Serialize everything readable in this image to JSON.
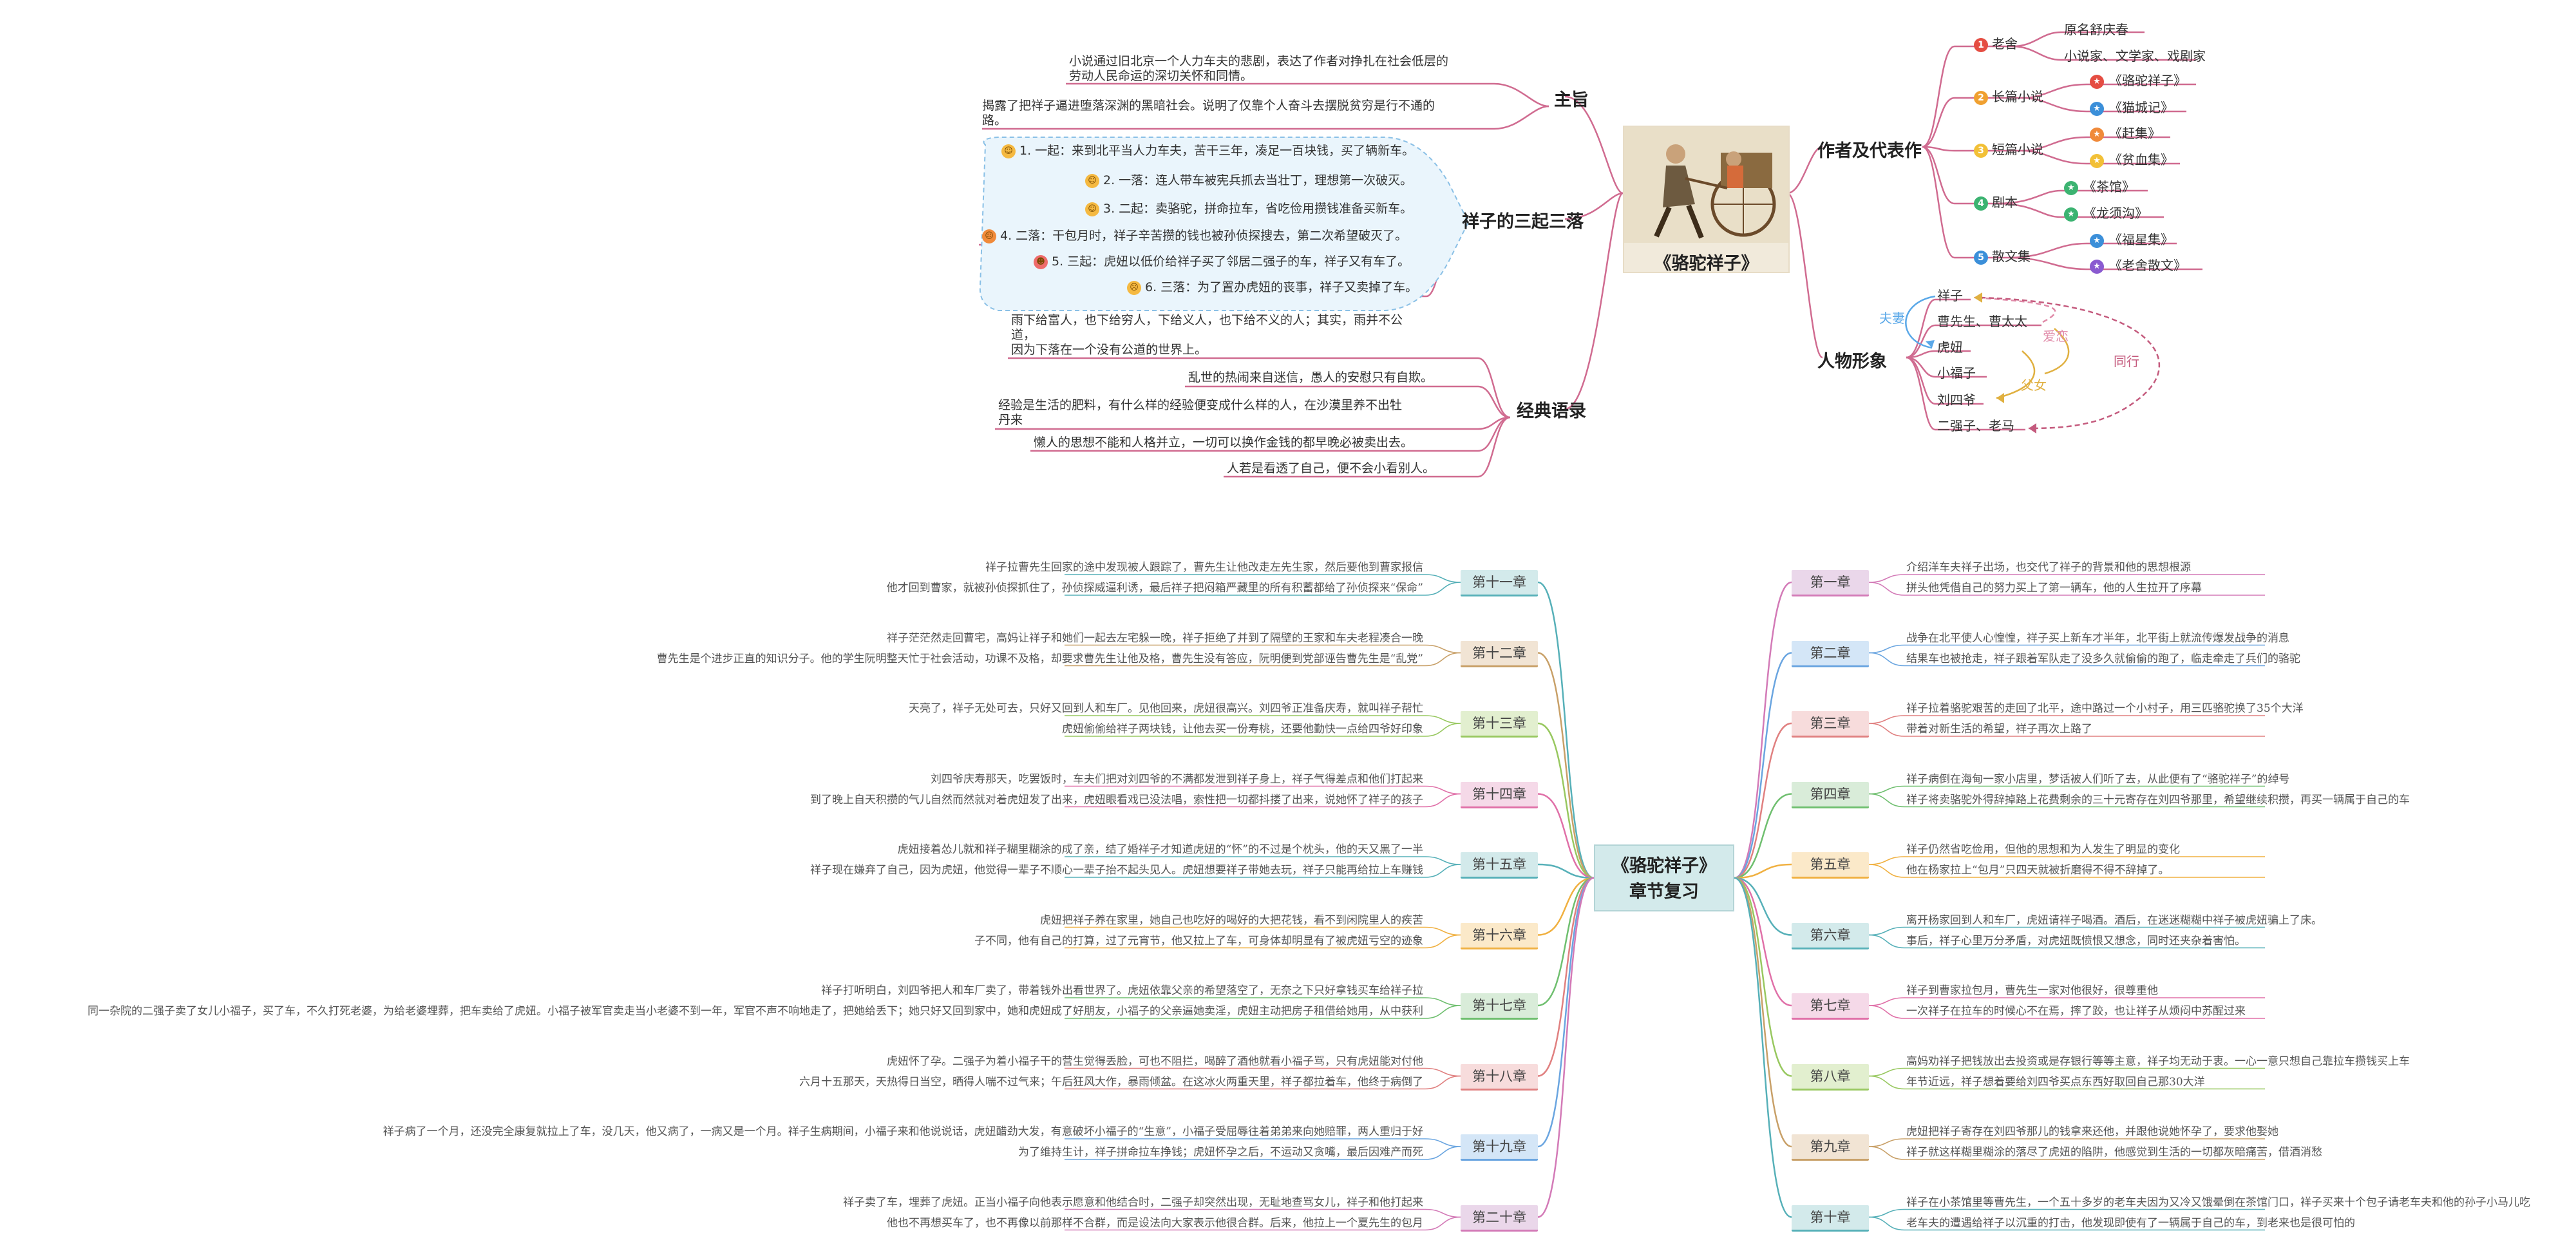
{
  "top": {
    "title": "《骆驼祥子》",
    "zhuzhi": {
      "label": "主旨",
      "l1": "小说通过旧北京一个人力车夫的悲剧，表达了作者对挣扎在社会低层的",
      "l2": "劳动人民命运的深切关怀和同情。",
      "l3": "揭露了把祥子逼进堕落深渊的黑暗社会。说明了仅靠个人奋斗去摆脱贫穷是行不通的",
      "l4": "路。"
    },
    "sanqi": {
      "label": "祥子的三起三落",
      "items": [
        "1. 一起：来到北平当人力车夫，苦干三年，凑足一百块钱，买了辆新车。",
        "2. 一落：连人带车被宪兵抓去当壮丁，理想第一次破灭。",
        "3. 二起：卖骆驼，拼命拉车，省吃俭用攒钱准备买新车。",
        "4. 二落：干包月时，祥子辛苦攒的钱也被孙侦探搜去，第二次希望破灭了。",
        "5. 三起：虎妞以低价给祥子买了邻居二强子的车，祥子又有车了。",
        "6. 三落：为了置办虎妞的丧事，祥子又卖掉了车。"
      ]
    },
    "yulu": {
      "label": "经典语录",
      "q1a": "雨下给富人，也下给穷人，下给义人，也下给不义的人；其实，雨并不公",
      "q1b": "道，",
      "q1c": "因为下落在一个没有公道的世界上。",
      "q2": "乱世的热闹来自迷信，愚人的安慰只有自欺。",
      "q3a": "经验是生活的肥料，有什么样的经验便变成什么样的人，在沙漠里养不出牡",
      "q3b": "丹来",
      "q4": "懒人的思想不能和人格并立，一切可以换作金钱的都早晚必被卖出去。",
      "q5": "人若是看透了自己，便不会小看别人。"
    },
    "author": {
      "label": "作者及代表作",
      "laoshe": "老舍",
      "laoshe_1": "原名舒庆春",
      "laoshe_2": "小说家、文学家、戏剧家",
      "changpian": "长篇小说",
      "changpian_1": "《骆驼祥子》",
      "changpian_2": "《猫城记》",
      "duanpian": "短篇小说",
      "duanpian_1": "《赶集》",
      "duanpian_2": "《贫血集》",
      "juben": "剧本",
      "juben_1": "《茶馆》",
      "juben_2": "《龙须沟》",
      "sanwen": "散文集",
      "sanwen_1": "《福星集》",
      "sanwen_2": "《老舍散文》"
    },
    "renwu": {
      "label": "人物形象",
      "c1": "祥子",
      "c2": "曹先生、曹太太",
      "c3": "虎妞",
      "c4": "小福子",
      "c5": "刘四爷",
      "c6": "二强子、老马",
      "r_fuqi": "夫妻",
      "r_aimu": "爱恋",
      "r_funv": "父女",
      "r_tongxing": "同行"
    },
    "colors": {
      "accent": "#d06b90",
      "num1": "#e54d42",
      "num2": "#f0a030",
      "num3": "#f2c037",
      "num4": "#3cb371",
      "num5": "#3b8fd9"
    }
  },
  "bottom": {
    "title_l1": "《骆驼祥子》",
    "title_l2": "章节复习",
    "right": [
      {
        "label": "第一章",
        "a": "介绍洋车夫祥子出场，也交代了祥子的背景和他的思想根源",
        "b": "拼头他凭借自己的努力买上了第一辆车，他的人生拉开了序幕"
      },
      {
        "label": "第二章",
        "a": "战争在北平使人心惶惶，祥子买上新车才半年，北平街上就流传爆发战争的消息",
        "b": "结果车也被抢走，祥子跟着军队走了没多久就偷偷的跑了，临走牵走了兵们的骆驼"
      },
      {
        "label": "第三章",
        "a": "祥子拉着骆驼艰苦的走回了北平，途中路过一个小村子，用三匹骆驼换了35个大洋",
        "b": "带着对新生活的希望，祥子再次上路了"
      },
      {
        "label": "第四章",
        "a": "祥子病倒在海甸一家小店里，梦话被人们听了去，从此便有了“骆驼祥子”的绰号",
        "b": "祥子将卖骆驼外得辞掉路上花费剩余的三十元寄存在刘四爷那里，希望继续积攒，再买一辆属于自己的车"
      },
      {
        "label": "第五章",
        "a": "祥子仍然省吃俭用，但他的思想和为人发生了明显的变化",
        "b": "他在杨家拉上“包月”只四天就被折磨得不得不辞掉了。"
      },
      {
        "label": "第六章",
        "a": "离开杨家回到人和车厂，虎妞请祥子喝酒。酒后，在迷迷糊糊中祥子被虎妞骗上了床。",
        "b": "事后，祥子心里万分矛盾，对虎妞既愤恨又想念，同时还夹杂着害怕。"
      },
      {
        "label": "第七章",
        "a": "祥子到曹家拉包月，曹先生一家对他很好，很尊重他",
        "b": "一次祥子在拉车的时候心不在焉，摔了跤，也让祥子从烦闷中苏醒过来"
      },
      {
        "label": "第八章",
        "a": "高妈劝祥子把钱放出去投资或是存银行等等主意，祥子均无动于衷。一心一意只想自己靠拉车攒钱买上车",
        "b": "年节近远，祥子想着要给刘四爷买点东西好取回自己那30大洋"
      },
      {
        "label": "第九章",
        "a": "虎妞把祥子寄存在刘四爷那儿的钱拿来还他，并跟他说她怀孕了，要求他娶她",
        "b": "祥子就这样糊里糊涂的落尽了虎妞的陷阱，他感觉到生活的一切都灰暗痛苦，借酒消愁"
      },
      {
        "label": "第十章",
        "a": "祥子在小茶馆里等曹先生，一个五十多岁的老车夫因为又冷又饿晕倒在茶馆门口，祥子买来十个包子请老车夫和他的孙子小马儿吃",
        "b": "老车夫的遭遇给祥子以沉重的打击，他发现即使有了一辆属于自己的车，到老来也是很可怕的"
      }
    ],
    "left": [
      {
        "label": "第十一章",
        "a": "祥子拉曹先生回家的途中发现被人跟踪了，曹先生让他改走左先生家，然后要他到曹家报信",
        "b": "他才回到曹家，就被孙侦探抓住了，孙侦探威逼利诱，最后祥子把闷箱严藏里的所有积蓄都给了孙侦探来“保命”"
      },
      {
        "label": "第十二章",
        "a": "祥子茫茫然走回曹宅，高妈让祥子和她们一起去左宅躲一晚，祥子拒绝了并到了隔壁的王家和车夫老程凑合一晚",
        "b": "曹先生是个进步正直的知识分子。他的学生阮明整天忙于社会活动，功课不及格，却要求曹先生让他及格，曹先生没有答应，阮明便到党部诬告曹先生是“乱党”"
      },
      {
        "label": "第十三章",
        "a": "天亮了，祥子无处可去，只好又回到人和车厂。见他回来，虎妞很高兴。刘四爷正准备庆寿，就叫祥子帮忙",
        "b": "虎妞偷偷给祥子两块钱，让他去买一份寿桃，还要他勤快一点给四爷好印象"
      },
      {
        "label": "第十四章",
        "a": "刘四爷庆寿那天，吃罢饭时，车夫们把对刘四爷的不满都发泄到祥子身上，祥子气得差点和他们打起来",
        "b": "到了晚上自天积攒的气儿自然而然就对着虎妞发了出来，虎妞眼看戏已没法唱，索性把一切都抖搂了出来，说她怀了祥子的孩子"
      },
      {
        "label": "第十五章",
        "a": "虎妞接着怂儿就和祥子糊里糊涂的成了亲，结了婚祥子才知道虎妞的“怀”的不过是个枕头，他的天又黑了一半",
        "b": "祥子现在嫌弃了自己，因为虎妞，他觉得一辈子不顺心一辈子抬不起头见人。虎妞想要祥子带她去玩，祥子只能再给拉上车赚钱"
      },
      {
        "label": "第十六章",
        "a": "虎妞把祥子养在家里，她自己也吃好的喝好的大把花钱，看不到闲院里人的疾苦",
        "b": "子不同，他有自己的打算，过了元宵节，他又拉上了车，可身体却明显有了被虎妞亏空的迹象"
      },
      {
        "label": "第十七章",
        "a": "祥子打听明白，刘四爷把人和车厂卖了，带着钱外出看世界了。虎妞依靠父亲的希望落空了，无奈之下只好拿钱买车给祥子拉",
        "b": "同一杂院的二强子卖了女儿小福子，买了车，不久打死老婆，为给老婆埋葬，把车卖给了虎妞。小福子被军官卖走当小老婆不到一年，军官不声不响地走了，把她给丢下；她只好又回到家中，她和虎妞成了好朋友，小福子的父亲逼她卖淫，虎妞主动把房子租借给她用，从中获利"
      },
      {
        "label": "第十八章",
        "a": "虎妞怀了孕。二强子为着小福子干的营生觉得丢脸，可也不阻拦，喝醉了酒他就看小福子骂，只有虎妞能对付他",
        "b": "六月十五那天，天热得日当空，晒得人喘不过气来；午后狂风大作，暴雨倾盆。在这冰火两重天里，祥子都拉着车，他终于病倒了"
      },
      {
        "label": "第十九章",
        "a": "祥子病了一个月，还没完全康复就拉上了车，没几天，他又病了，一病又是一个月。祥子生病期间，小福子来和他说说话，虎妞醋劲大发，有意破坏小福子的“生意”，小福子受屈辱往着弟弟来向她赔罪，两人重归于好",
        "b": "为了维持生计，祥子拼命拉车挣钱；虎妞怀孕之后，不运动又贪嘴，最后因难产而死"
      },
      {
        "label": "第二十章",
        "a": "祥子卖了车，埋葬了虎妞。正当小福子向他表示愿意和他结合时，二强子却突然出现，无耻地查骂女儿，祥子和他打起来",
        "b": "他也不再想买车了，也不再像以前那样不合群，而是设法向大家表示他很合群。后来，他拉上一个夏先生的包月"
      }
    ],
    "right_colors": [
      "#ead7ea",
      "#d4e6f7",
      "#f7dcdc",
      "#d9ecd9",
      "#fbe9c9",
      "#d3eaeb",
      "#f5d9e8",
      "#e2efcf",
      "#f1e4d4",
      "#d3eaeb"
    ],
    "right_lines": [
      "#d37ab7",
      "#6aa5e0",
      "#e08080",
      "#6fbf6f",
      "#f0b040",
      "#56b0b8",
      "#e070a8",
      "#98c860",
      "#c8a068",
      "#56b0b8"
    ],
    "left_colors": [
      "#d3eaeb",
      "#f1e4d4",
      "#e2efcf",
      "#f5d9e8",
      "#d3eaeb",
      "#fbe9c9",
      "#d9ecd9",
      "#f7dcdc",
      "#d4e6f7",
      "#ead7ea"
    ],
    "left_lines": [
      "#56b0b8",
      "#c8a068",
      "#98c860",
      "#e070a8",
      "#56b0b8",
      "#f0b040",
      "#6fbf6f",
      "#e08080",
      "#6aa5e0",
      "#d37ab7"
    ]
  }
}
